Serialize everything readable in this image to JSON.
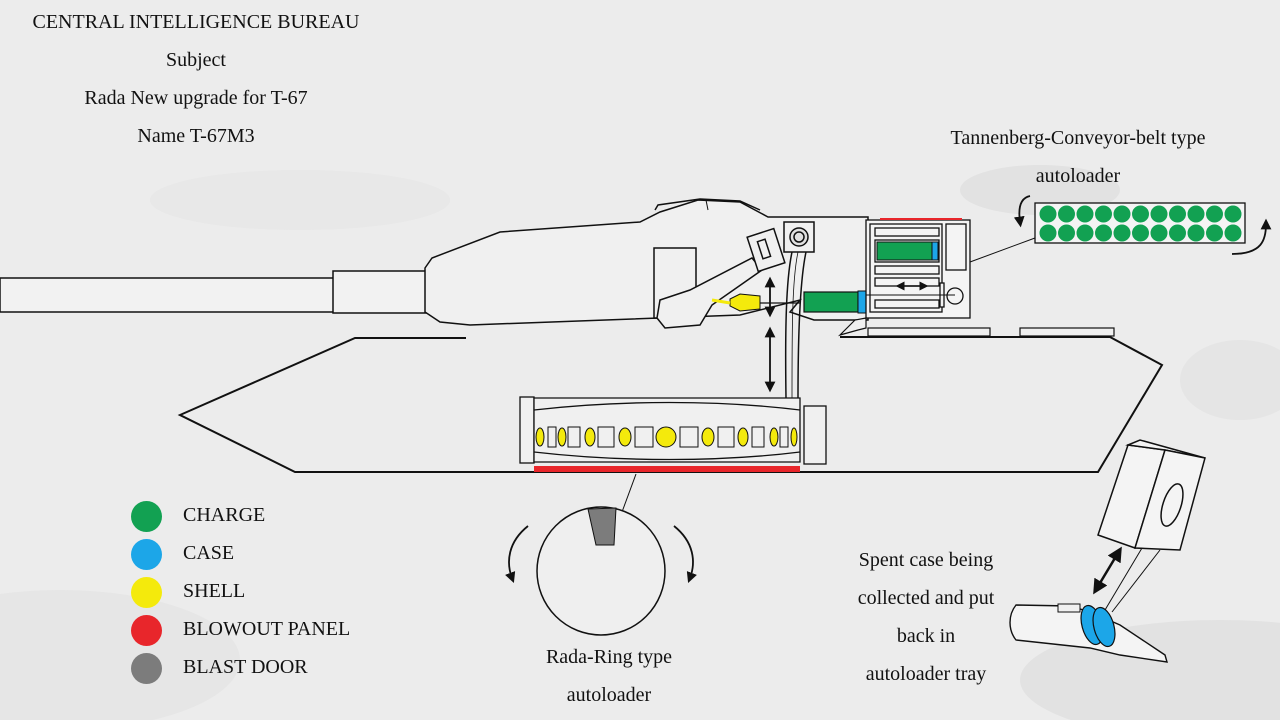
{
  "header": {
    "agency": "CENTRAL INTELLIGENCE BUREAU",
    "subject": "Subject",
    "upgrade": "Rada New upgrade for T-67",
    "name": "Name T-67M3"
  },
  "callouts": {
    "conveyor_line1": "Tannenberg-Conveyor-belt type",
    "conveyor_line2": "autoloader",
    "ring_line1": "Rada-Ring type",
    "ring_line2": "autoloader",
    "spent_line1": "Spent case being",
    "spent_line2": "collected and put",
    "spent_line3": "back in",
    "spent_line4": "autoloader tray"
  },
  "legend": [
    {
      "label": "CHARGE",
      "color": "#12a152"
    },
    {
      "label": "CASE",
      "color": "#1ca6e8"
    },
    {
      "label": "SHELL",
      "color": "#f4ea0c"
    },
    {
      "label": "BLOWOUT PANEL",
      "color": "#e8262b"
    },
    {
      "label": "BLAST DOOR",
      "color": "#7c7c7c"
    }
  ],
  "colors": {
    "charge": "#12a152",
    "case": "#1ca6e8",
    "shell": "#f4ea0c",
    "blowout": "#e8262b",
    "blastdoor": "#7c7c7c",
    "line": "#111111"
  }
}
